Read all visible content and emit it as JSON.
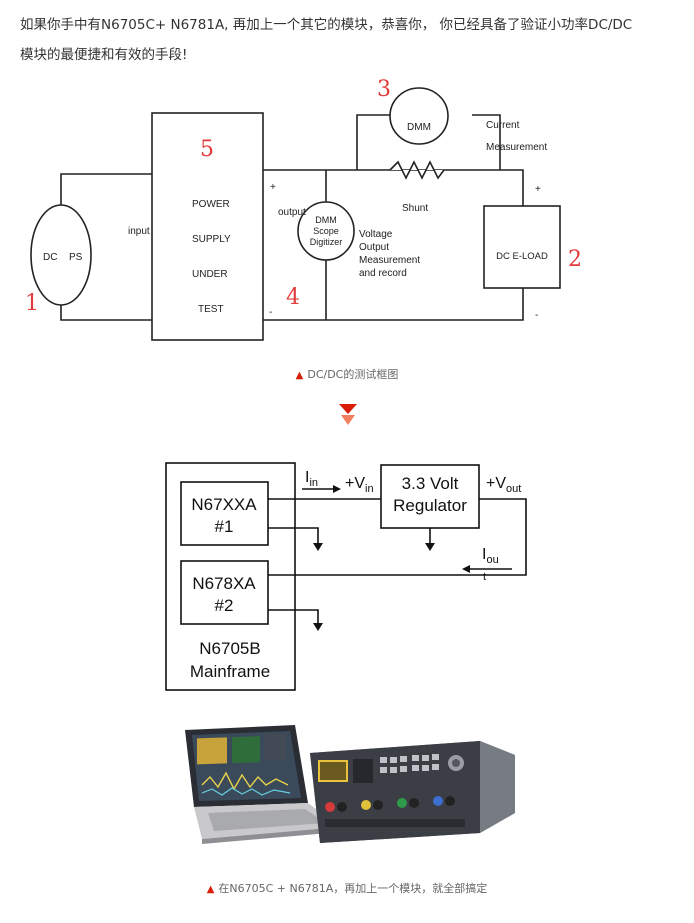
{
  "intro": {
    "line1": "如果你手中有N6705C+ N6781A, 再加上一个其它的模块，恭喜你， 你已经具备了验证小功率DC/DC",
    "line2": "模块的最便捷和有效的手段!"
  },
  "figure1": {
    "dc_ps": {
      "dc": "DC",
      "ps": "PS",
      "number": "1"
    },
    "dut": {
      "lines": [
        "POWER",
        "SUPPLY",
        "UNDER",
        "TEST"
      ],
      "number": "5",
      "input": "input",
      "output": "output",
      "minus": "-"
    },
    "dmm_scope": {
      "lines": [
        "DMM",
        "Scope",
        "Digitizer"
      ],
      "number": "4",
      "note": [
        "Voltage",
        "Output",
        "Measurement",
        "and record"
      ]
    },
    "dmm_top": {
      "label": "DMM",
      "number": "3",
      "note": [
        "Current",
        "Measurement"
      ],
      "shunt": "Shunt"
    },
    "eload": {
      "label": "DC E-LOAD",
      "number": "2",
      "plus": "+",
      "minus": "-"
    },
    "caption": "DC/DC的测试框图"
  },
  "figure2": {
    "module1": [
      "N67XXA",
      "#1"
    ],
    "module2": [
      "N678XA",
      "#2"
    ],
    "mainframe": [
      "N6705B",
      "Mainframe"
    ],
    "regulator": [
      "3.3 Volt",
      "Regulator"
    ],
    "iin": {
      "main": "I",
      "sub": "in"
    },
    "vin": {
      "main": "+V",
      "sub": "in"
    },
    "vout": {
      "main": "+V",
      "sub": "out"
    },
    "iout": {
      "main": "I",
      "sub1": "ou",
      "sub2": "t"
    }
  },
  "figure3": {
    "caption": "在N6705C + N6781A，再加上一个模块，就全部搞定"
  },
  "colors": {
    "accent_red": "#d81e06",
    "number_red": "#e23b3b",
    "arrow_light": "#f08060"
  }
}
